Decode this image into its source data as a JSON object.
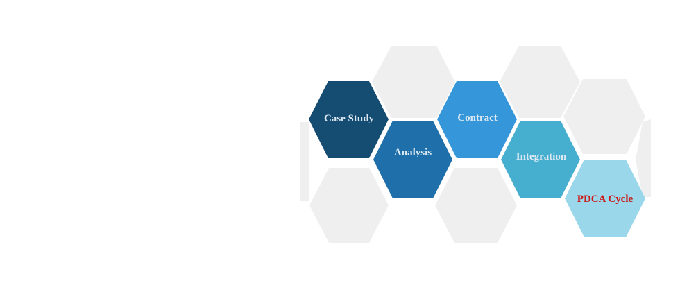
{
  "colors": {
    "background": "#ffffff",
    "placeholder": "#efefef",
    "label_light": "#dce9f2",
    "label_accent": "#cc1717"
  },
  "steps": [
    {
      "label": "Case Study",
      "fill": "#154c72",
      "label_color": "#dce9f2"
    },
    {
      "label": "Analysis",
      "fill": "#1f70aa",
      "label_color": "#dce9f2"
    },
    {
      "label": "Contract",
      "fill": "#3596da",
      "label_color": "#dce9f2"
    },
    {
      "label": "Integration",
      "fill": "#46afcf",
      "label_color": "#dce9f2"
    },
    {
      "label": "PDCA Cycle",
      "fill": "#9bd7ea",
      "label_color": "#cc1717"
    }
  ]
}
